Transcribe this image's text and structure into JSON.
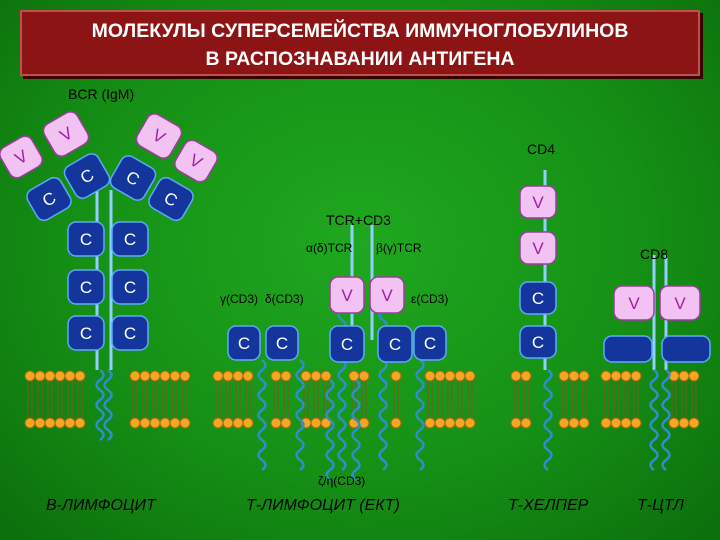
{
  "title": {
    "line1": "МОЛЕКУЛЫ СУПЕРСЕМЕЙСТВА ИММУНОГЛОБУЛИНОВ",
    "line2": "В РАСПОЗНАВАНИИ АНТИГЕНА"
  },
  "labels": {
    "bcr": "BCR (IgM)",
    "cd4": "CD4",
    "cd8": "CD8",
    "tcr_cd3": "TCR+CD3",
    "alpha_tcr": "α(δ)TCR",
    "beta_tcr": "β(γ)TCR",
    "gamma_cd3": "γ(CD3)",
    "delta_cd3": "δ(CD3)",
    "epsilon_cd3": "ε(CD3)",
    "zeta_cd3": "ζ/η(CD3)"
  },
  "domains": {
    "v": "V",
    "c": "C"
  },
  "cells": {
    "b_cell": "В-ЛИМФОЦИТ",
    "t_cell": "Т-ЛИМФОЦИТ  (ЕКТ)",
    "t_helper": "Т-ХЕЛПЕР",
    "t_ctl": "Т-ЦТЛ"
  },
  "colors": {
    "background": "#159015",
    "title_bg": "#8c1414",
    "v_domain": "#f2c2f2",
    "c_domain": "#14369c",
    "membrane_head": "#f5a623",
    "chain": "#2e8fd0"
  }
}
